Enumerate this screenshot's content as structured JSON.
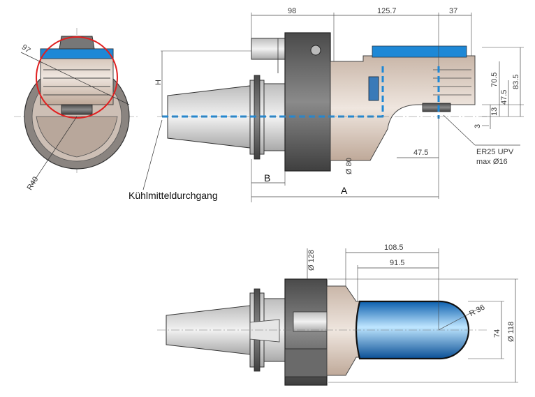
{
  "labels": {
    "coolant": "Kühlmitteldurchgang",
    "H": "H",
    "B": "B",
    "A": "A",
    "R40": "R40",
    "R97": "97",
    "collet": "ER25 UPV",
    "collet_max": "max Ø16",
    "R36": "R 36"
  },
  "top_dims": {
    "d98": "98",
    "d125_7": "125.7",
    "d37": "37",
    "d70_5": "70.5",
    "d83_5": "83.5",
    "d47_5v": "47.5",
    "d13": "13",
    "d3": "3",
    "d47_5h": "47.5",
    "dia80": "Ø 80"
  },
  "bottom_dims": {
    "dia128": "Ø 128",
    "d108_5": "108.5",
    "d91_5": "91.5",
    "d74": "74",
    "dia118": "Ø 118"
  },
  "colors": {
    "metal_dark": "#5a5a5a",
    "metal_light": "#d9d3cf",
    "body_tan": "#d8c8bc",
    "coolant_blue": "#1e88d6",
    "highlight_red": "#e02020"
  }
}
